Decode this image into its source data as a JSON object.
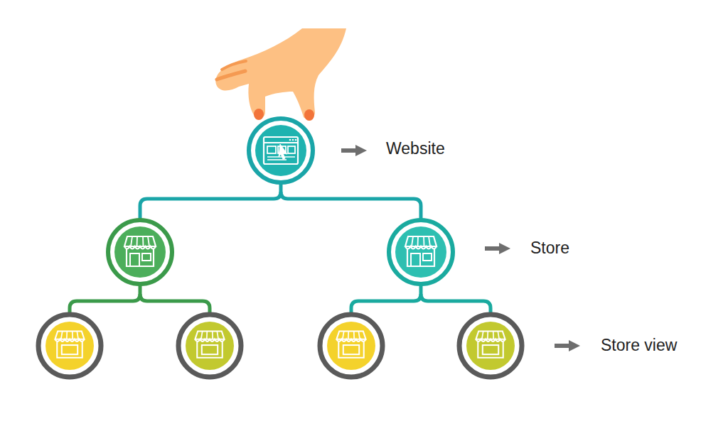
{
  "diagram": {
    "labels": [
      "Website",
      "Store",
      "Store view"
    ]
  }
}
